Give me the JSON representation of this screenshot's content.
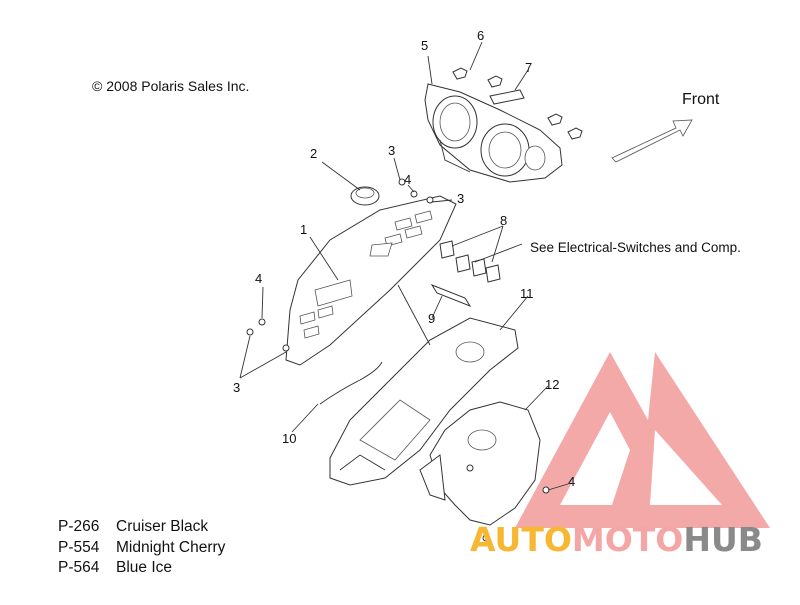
{
  "diagram": {
    "copyright": "© 2008 Polaris Sales Inc.",
    "direction_label": "Front",
    "reference_note": "See Electrical-Switches and Comp.",
    "callouts": [
      "1",
      "2",
      "3",
      "3",
      "4",
      "3",
      "4",
      "3",
      "5",
      "6",
      "7",
      "8",
      "9",
      "10",
      "11",
      "12",
      "4"
    ],
    "color_codes": [
      {
        "code": "P-266",
        "name": "Cruiser Black"
      },
      {
        "code": "P-554",
        "name": "Midnight Cherry"
      },
      {
        "code": "P-564",
        "name": "Blue Ice"
      }
    ]
  },
  "watermark": {
    "part1": "AUTO",
    "part2": "MOTO",
    "part3": "HUB",
    "colors": {
      "part1": "#f7b733",
      "part2": "#f4a6a6",
      "part3": "#8a8a8a",
      "logo": "#f29a9a"
    }
  }
}
